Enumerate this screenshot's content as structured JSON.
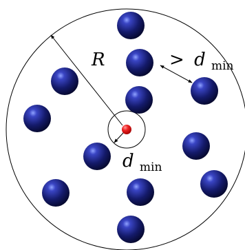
{
  "labels": {
    "radius": "R",
    "greater_than": ">",
    "d": "d",
    "min": "min"
  },
  "colors": {
    "sphere": "#1b1f6e",
    "center_point": "#e02020",
    "stroke": "#000000"
  },
  "icons": {
    "sphere": "sphere-icon",
    "center": "center-dot-icon"
  }
}
